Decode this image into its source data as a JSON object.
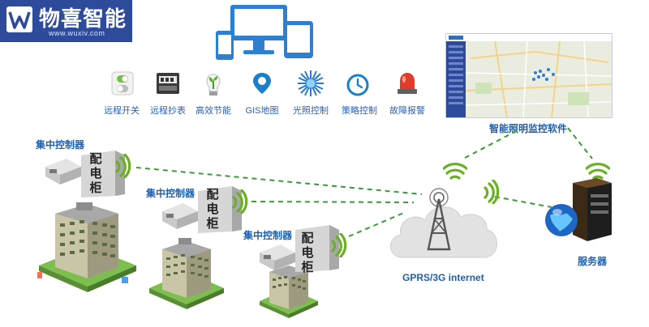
{
  "brand": {
    "name": "物喜智能",
    "url": "www.wuxiv.com",
    "color": "#2d4a9b"
  },
  "features": [
    {
      "label": "远程开关",
      "icon": "toggle-switch-icon"
    },
    {
      "label": "远程抄表",
      "icon": "meter-icon"
    },
    {
      "label": "高效节能",
      "icon": "bulb-plant-icon"
    },
    {
      "label": "GIS地图",
      "icon": "map-pin-icon"
    },
    {
      "label": "光照控制",
      "icon": "sun-burst-icon"
    },
    {
      "label": "策略控制",
      "icon": "clock-icon"
    },
    {
      "label": "故障报警",
      "icon": "alarm-beacon-icon"
    }
  ],
  "nodes": {
    "controller_label": "集中控制器",
    "cabinet_label": [
      "配",
      "电",
      "柜"
    ],
    "network_label": "GPRS/3G internet",
    "software_label": "智能照明监控软件",
    "server_label": "服务器"
  },
  "colors": {
    "accent_blue": "#2c5fb8",
    "link_green": "#3a9b3a",
    "signal_green": "#6ab023"
  }
}
